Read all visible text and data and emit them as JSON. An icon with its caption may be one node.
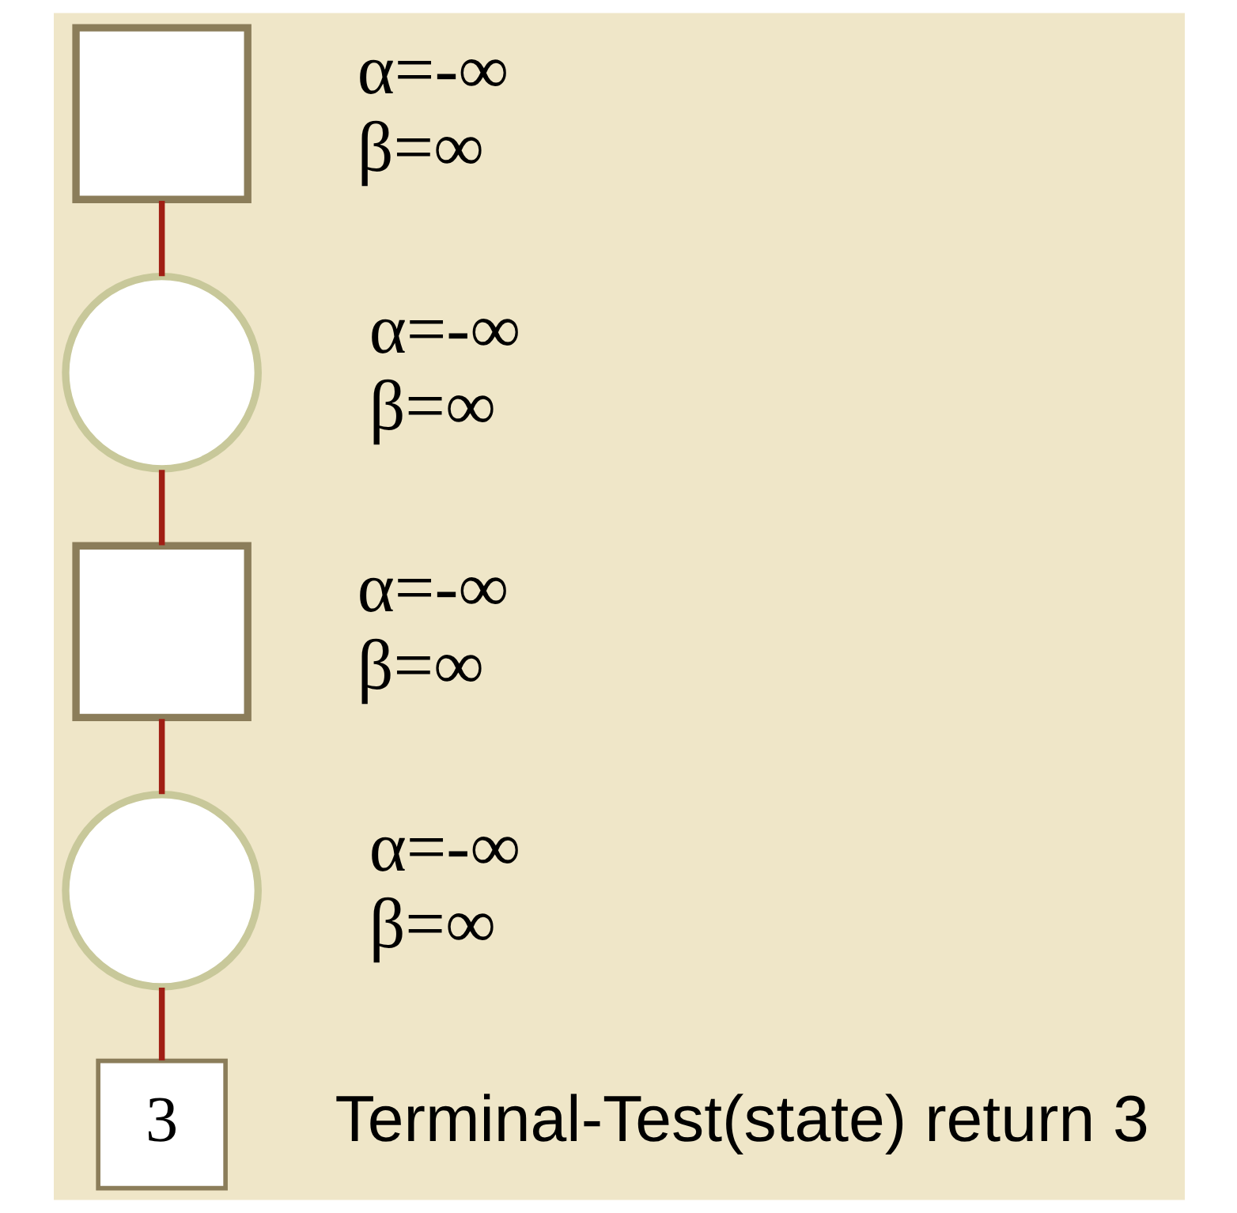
{
  "diagram": {
    "nodes": [
      {
        "text": [],
        "shape": "box",
        "beside": [
          "α=-∞",
          "β=∞"
        ]
      },
      {
        "text": [],
        "shape": "circle",
        "beside": [
          "α=-∞",
          "β=∞"
        ]
      },
      {
        "text": [],
        "shape": "box",
        "beside": [
          "α=-∞",
          "β=∞"
        ]
      },
      {
        "text": [],
        "shape": "circle",
        "beside": [
          "α=-∞",
          "β=∞"
        ]
      },
      {
        "text": [
          "3"
        ],
        "beside": [
          "Terminal-Test(state) return 3"
        ]
      }
    ],
    "edges": [
      {
        "from": 0,
        "to": 1,
        "arrow": "none"
      },
      {
        "from": 1,
        "to": 2,
        "arrow": "none"
      },
      {
        "from": 2,
        "to": 3,
        "arrow": "none"
      },
      {
        "from": 3,
        "to": 4,
        "arrow": "none"
      }
    ]
  }
}
